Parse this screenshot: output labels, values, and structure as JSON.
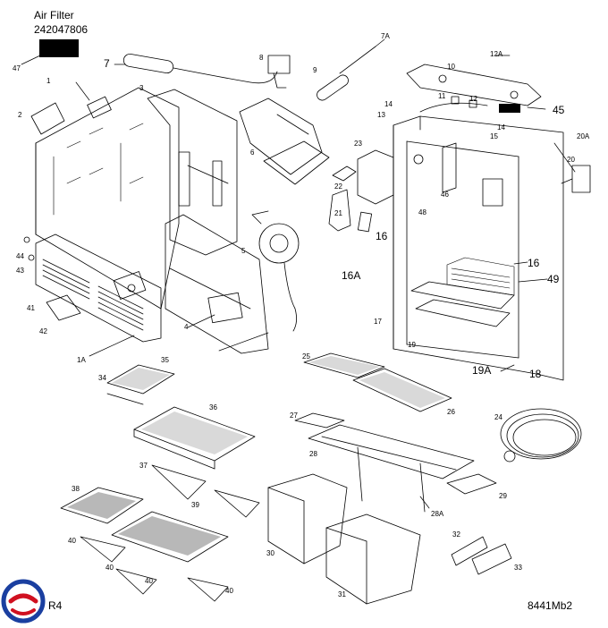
{
  "header": {
    "title": "Air Filter",
    "part_number": "242047806"
  },
  "footer": {
    "revision": "R4",
    "drawing_id": "8441Mb2"
  },
  "callouts": {
    "c1": "1",
    "c1A": "1A",
    "c2": "2",
    "c3": "3",
    "c4": "4",
    "c5": "5",
    "c6": "6",
    "c7": "7",
    "c7A": "7A",
    "c8": "8",
    "c9": "9",
    "c10": "10",
    "c11": "11",
    "c12": "12",
    "c12A": "12A",
    "c13": "13",
    "c14a": "14",
    "c14b": "14",
    "c15": "15",
    "c16a": "16",
    "c16b": "16",
    "c16A": "16A",
    "c17": "17",
    "c18": "18",
    "c19": "19",
    "c19A": "19A",
    "c20": "20",
    "c20A": "20A",
    "c21": "21",
    "c22": "22",
    "c23": "23",
    "c24": "24",
    "c25": "25",
    "c26": "26",
    "c27": "27",
    "c28": "28",
    "c28A": "28A",
    "c29": "29",
    "c30": "30",
    "c31": "31",
    "c32": "32",
    "c33": "33",
    "c34": "34",
    "c35": "35",
    "c36": "36",
    "c37": "37",
    "c38": "38",
    "c39": "39",
    "c40a": "40",
    "c40b": "40",
    "c40c": "40",
    "c40d": "40",
    "c41": "41",
    "c42": "42",
    "c43": "43",
    "c44": "44",
    "c45": "45",
    "c46": "46",
    "c47": "47",
    "c48": "48",
    "c49": "49"
  },
  "colors": {
    "ink": "#000000",
    "logo_blue": "#1a3fa0",
    "logo_red": "#d01020",
    "filter_gray": "#b8b8b8",
    "glass_gray": "#d9d9d9"
  }
}
